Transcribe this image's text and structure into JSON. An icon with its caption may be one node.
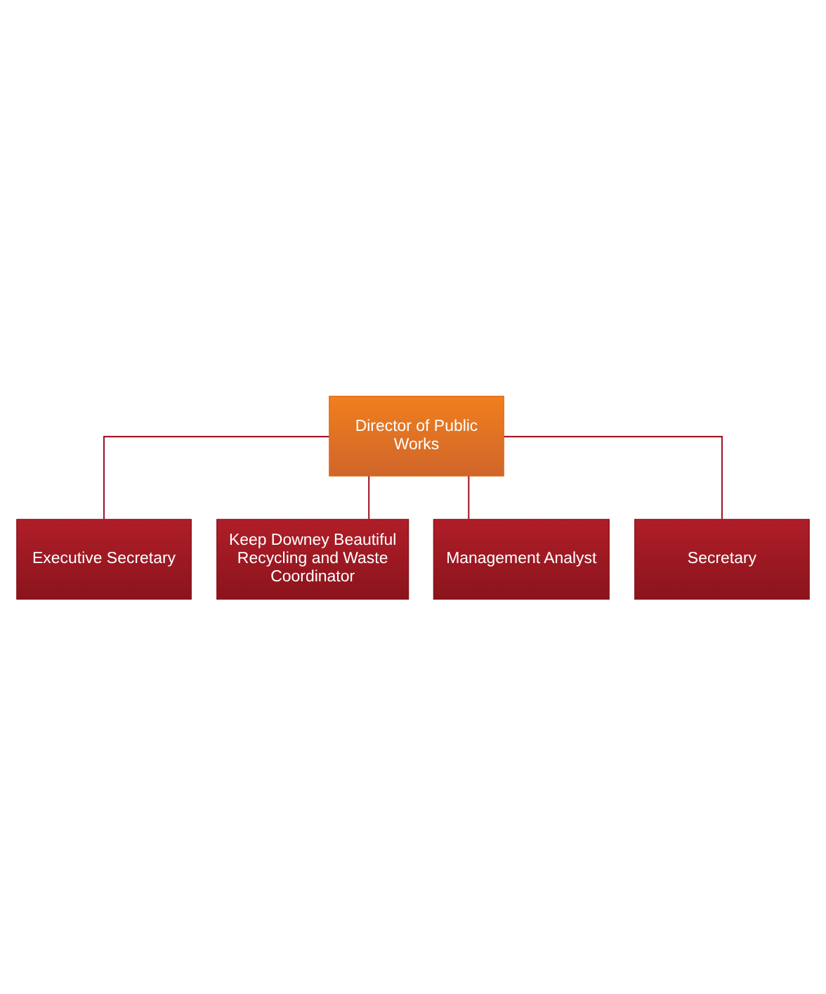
{
  "diagram": {
    "nodes": [
      {
        "text": [
          "Director of Public Works"
        ]
      },
      {
        "text": [
          "Executive Secretary"
        ]
      },
      {
        "text": [
          "Keep Downey Beautiful Recycling and Waste Coordinator"
        ]
      },
      {
        "text": [
          "Management Analyst"
        ]
      },
      {
        "text": [
          "Secretary"
        ]
      }
    ],
    "edges": [
      {
        "from": 0,
        "to": 1,
        "arrow": "none"
      },
      {
        "from": 0,
        "to": 2,
        "arrow": "none"
      },
      {
        "from": 0,
        "to": 3,
        "arrow": "none"
      },
      {
        "from": 0,
        "to": 4,
        "arrow": "none"
      }
    ]
  }
}
